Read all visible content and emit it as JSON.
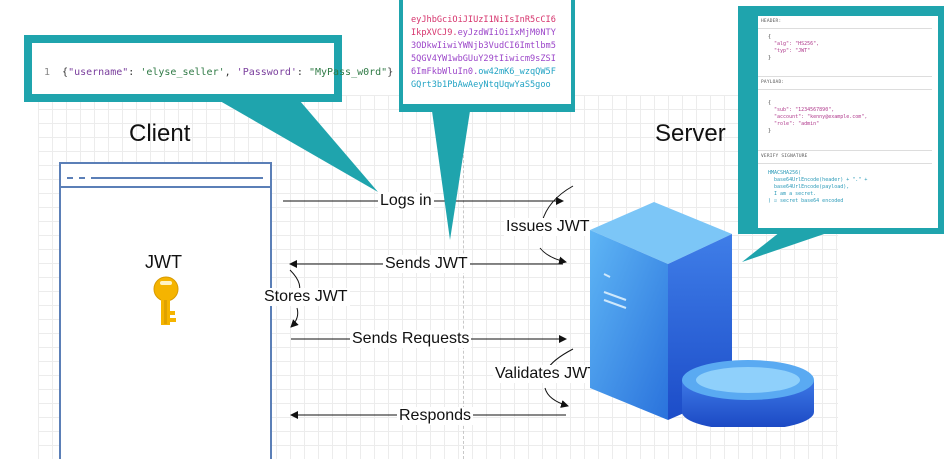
{
  "labels": {
    "client": "Client",
    "server": "Server",
    "jwt": "JWT"
  },
  "flows": {
    "logs_in": "Logs in",
    "issues_jwt": "Issues JWT",
    "sends_jwt": "Sends JWT",
    "stores_jwt": "Stores JWT",
    "sends_requests": "Sends Requests",
    "validates_jwt": "Validates JWT",
    "responds": "Responds"
  },
  "credentials": {
    "line_number": "1",
    "open": "{",
    "k1": "\"username\"",
    "sep1": ": ",
    "v1": "'elyse_seller'",
    "comma": ", ",
    "k2": "'Password'",
    "sep2": ": ",
    "v2": "\"MyPass_w0rd\"",
    "close": "}"
  },
  "token": {
    "header": "eyJhbGciOiJIUzI1NiIsInR5cCI6IkpXVCJ9.",
    "payload": "eyJzdWIiOiIxMjM0NTY3ODkwIiwiYWNjb3VudCI6Imtlbm55QGV4YW1wbGUuY29tIiwicm9sZSI6ImFkbWluIn0.",
    "signature": "ow42mK6_wzqQW5FGQrt3b1PbAwAeyNtqUqwYaS5goo"
  },
  "decoded": {
    "header_title": "HEADER:",
    "header_lines": [
      "{",
      "  \"alg\": \"HS256\",",
      "  \"typ\": \"JWT\"",
      "}"
    ],
    "payload_title": "PAYLOAD:",
    "payload_lines": [
      "{",
      "  \"sub\": \"1234567890\",",
      "  \"account\": \"kenny@example.com\",",
      "  \"role\": \"admin\"",
      "}"
    ],
    "signature_title": "VERIFY SIGNATURE",
    "signature_lines": [
      "HMACSHA256(",
      "  base64UrlEncode(header) + \".\" +",
      "  base64UrlEncode(payload),",
      "  I am a secret.",
      ") ☑ secret base64 encoded"
    ]
  },
  "colors": {
    "callout": "#1fa4ad",
    "window_border": "#5b7fb7",
    "key": "#f5b400",
    "server_light": "#4aa8f0",
    "server_dark": "#1f4fc9"
  }
}
